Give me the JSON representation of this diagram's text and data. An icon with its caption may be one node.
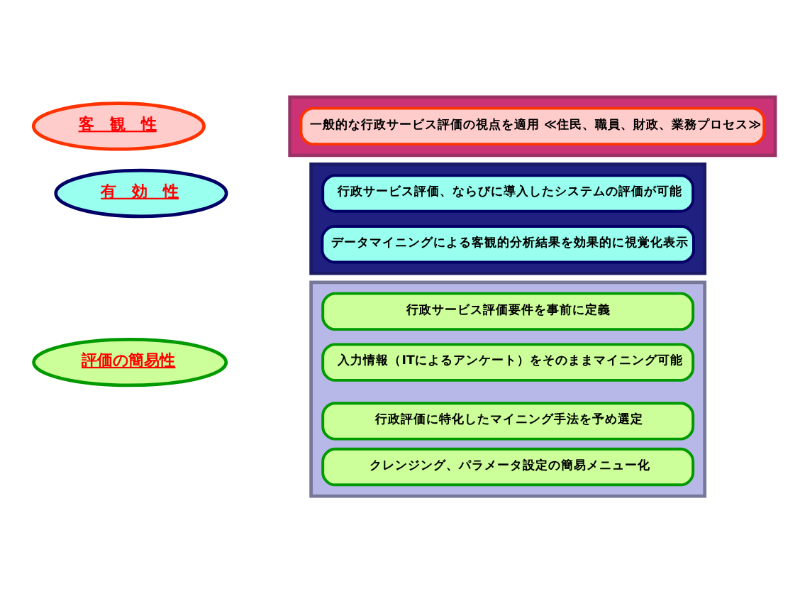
{
  "diagram": {
    "nodes": [
      {
        "text": [
          "客　観　性"
        ]
      },
      {
        "text": [],
        "shape": "box"
      },
      {
        "text": [
          "一般的な行政サービス評価の視点を適用 ≪住民、職員、財政、業務プロセス≫"
        ],
        "in": 1
      },
      {
        "text": [
          "有　効　性"
        ]
      },
      {
        "text": [],
        "shape": "box"
      },
      {
        "text": [
          "行政サービス評価、ならびに導入したシステムの評価が可能"
        ],
        "in": 4
      },
      {
        "text": [
          "データマイニングによる客観的分析結果を効果的に視覚化表示"
        ],
        "in": 4
      },
      {
        "text": [
          "評価の簡易性"
        ]
      },
      {
        "text": [],
        "shape": "box"
      },
      {
        "text": [
          "行政サービス評価要件を事前に定義"
        ],
        "in": 8
      },
      {
        "text": [
          "入力情報（ITによるアンケート）をそのままマイニング可能"
        ],
        "in": 8
      },
      {
        "text": [
          "行政評価に特化したマイニング手法を予め選定"
        ],
        "in": 8
      },
      {
        "text": [
          "クレンジング、パラメータ設定の簡易メニュー化"
        ],
        "in": 8
      }
    ]
  }
}
